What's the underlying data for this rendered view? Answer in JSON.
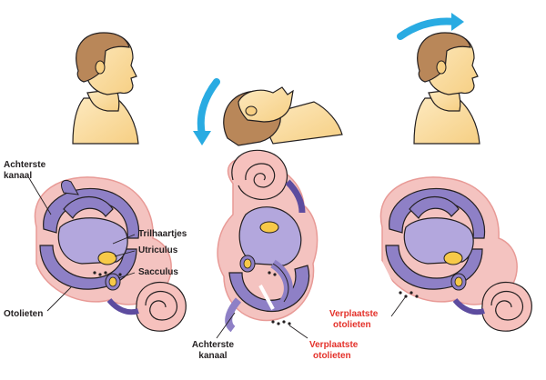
{
  "labels": {
    "achterste_kanaal_1": "Achterste",
    "achterste_kanaal_2": "kanaal",
    "trilhaartjes": "Trilhaartjes",
    "utriculus": "Utriculus",
    "sacculus": "Sacculus",
    "otolieten": "Otolieten",
    "bottom_achterste_1": "Achterste",
    "bottom_achterste_2": "kanaal",
    "verplaatste_mid_1": "Verplaatste",
    "verplaatste_mid_2": "otolieten",
    "verplaatste_right_1": "Verplaatste",
    "verplaatste_right_2": "otolieten"
  },
  "colors": {
    "skin": "#fbe3ad",
    "skin_shadow": "#f7cf83",
    "hair": "#b98759",
    "outline": "#231f20",
    "arrow": "#29abe2",
    "canal_fill": "#8e80c6",
    "canal_dark": "#5d4c9f",
    "canal_light": "#b3a7dd",
    "membrane": "#f4c3c0",
    "membrane_edge": "#e89a96",
    "cochlea_pink": "#f6c1bd",
    "otolith_yellow": "#f7c948",
    "label_red": "#e4322b"
  }
}
